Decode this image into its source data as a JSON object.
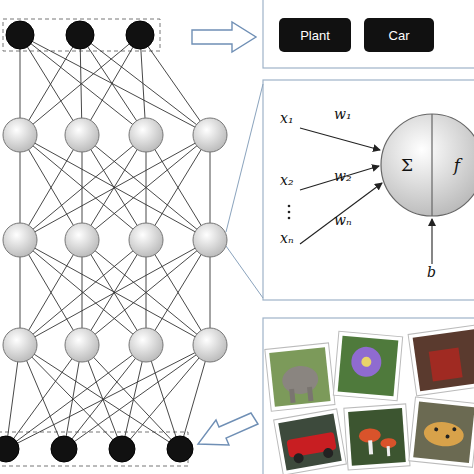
{
  "diagram": {
    "nodes": [
      {
        "text": [
          "Plant"
        ]
      },
      {
        "text": [
          "Car"
        ]
      },
      {
        "text": [
          "Σ",
          "f"
        ]
      }
    ],
    "labels": [
      "x₁",
      "w₁",
      "x₂",
      "w₂",
      "xₙ",
      "wₙ",
      "b"
    ]
  }
}
